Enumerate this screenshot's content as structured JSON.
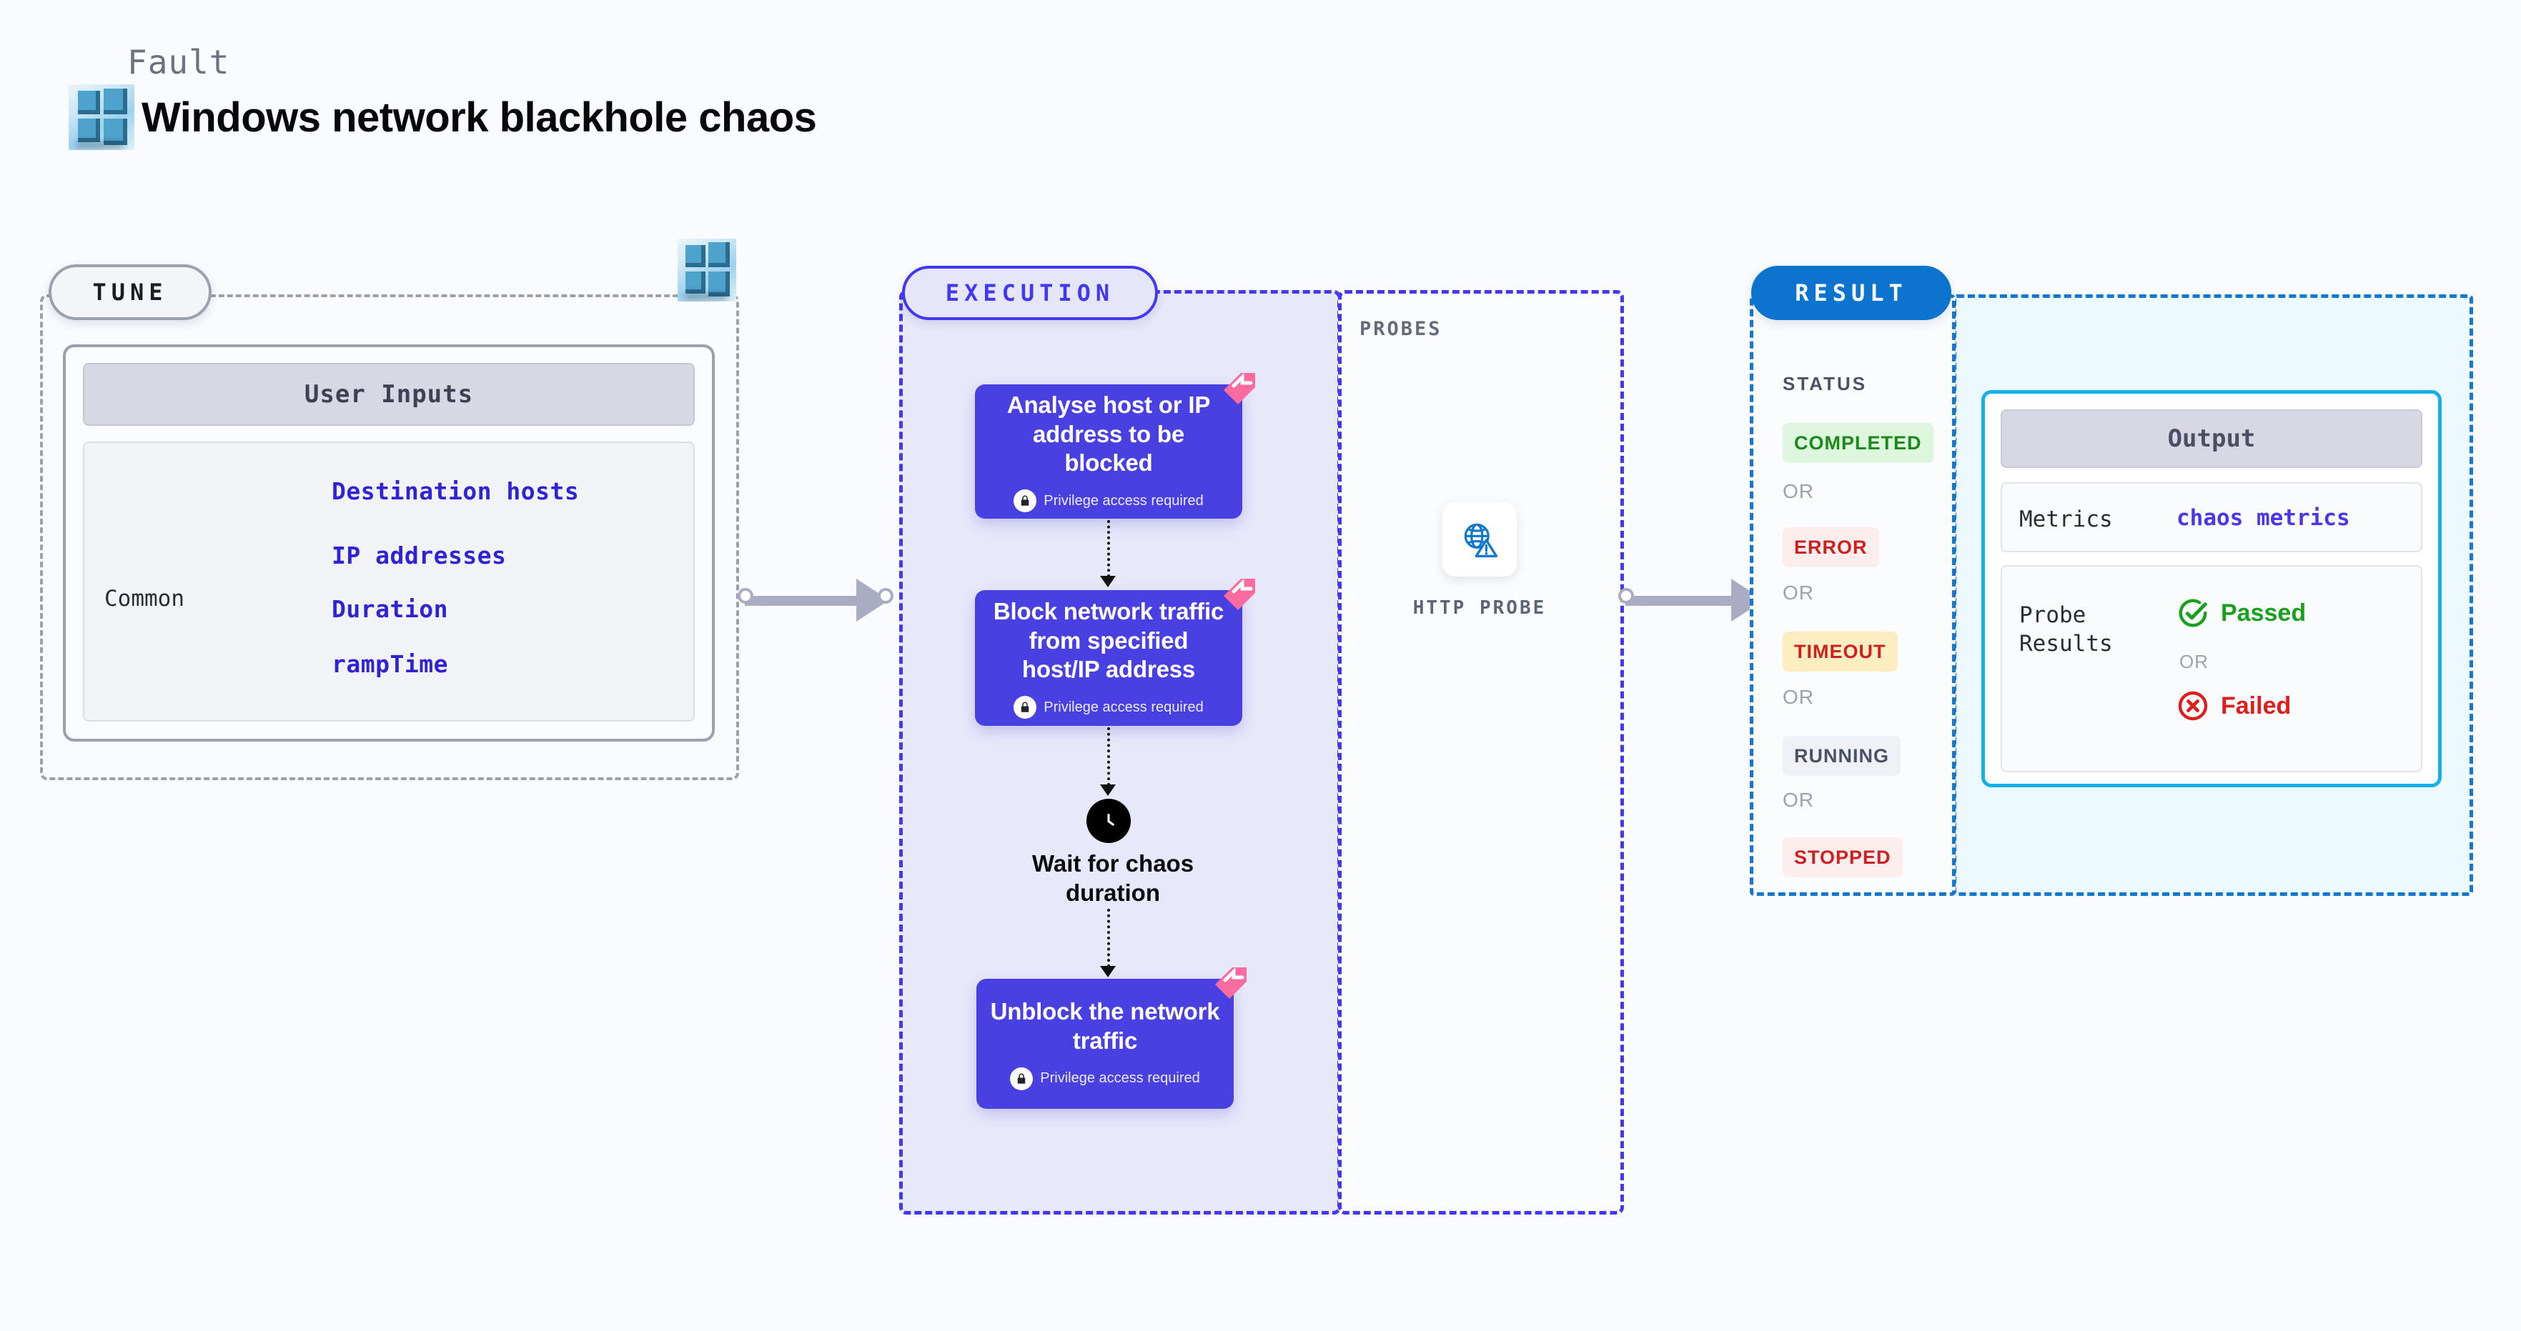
{
  "header": {
    "eyebrow": "Fault",
    "title": "Windows network blackhole chaos",
    "logo_icon": "windows-logo-icon"
  },
  "tune": {
    "pill_label": "TUNE",
    "logo_icon": "windows-logo-icon",
    "card_header": "User Inputs",
    "group_label": "Common",
    "params": [
      "Destination hosts",
      "IP addresses",
      "Duration",
      "rampTime"
    ]
  },
  "execution": {
    "pill_label": "EXECUTION",
    "steps": [
      {
        "title": "Analyse host or IP address to be blocked",
        "privilege": "Privilege access required",
        "badge_icon": "chaos-corner-badge-icon",
        "lock_icon": "lock-icon"
      },
      {
        "title": "Block network traffic from specified host/IP address",
        "privilege": "Privilege access required",
        "badge_icon": "chaos-corner-badge-icon",
        "lock_icon": "lock-icon"
      }
    ],
    "wait": {
      "icon": "clock-icon",
      "label": "Wait for chaos duration"
    },
    "final_step": {
      "title": "Unblock the network traffic",
      "privilege": "Privilege access required",
      "badge_icon": "chaos-corner-badge-icon",
      "lock_icon": "lock-icon"
    }
  },
  "probes": {
    "section_label": "PROBES",
    "items": [
      {
        "name": "HTTP PROBE",
        "icon": "globe-warning-icon"
      }
    ]
  },
  "result": {
    "pill_label": "RESULT",
    "status_title": "STATUS",
    "or_label": "OR",
    "statuses": [
      {
        "label": "COMPLETED",
        "bg": "#ddf6dd",
        "color": "#1a8a1a"
      },
      {
        "label": "ERROR",
        "bg": "#fdeeee",
        "color": "#cf2020"
      },
      {
        "label": "TIMEOUT",
        "bg": "#fdeec2",
        "color": "#cf2020"
      },
      {
        "label": "RUNNING",
        "bg": "#eff1f6",
        "color": "#4b5263"
      },
      {
        "label": "STOPPED",
        "bg": "#fdeeee",
        "color": "#cf2020"
      }
    ],
    "output": {
      "header": "Output",
      "metrics_key": "Metrics",
      "metrics_value": "chaos metrics",
      "probe_key": "Probe Results",
      "passed_label": "Passed",
      "passed_icon": "check-circle-icon",
      "failed_label": "Failed",
      "failed_icon": "x-circle-icon",
      "or_label": "OR"
    }
  },
  "colors": {
    "indigo": "#4338ef",
    "exec_block": "#4840e0",
    "blue": "#1477d1",
    "cyan": "#13b0ea",
    "pink_badge": "#fa6ba0",
    "connector": "#a9acc2"
  }
}
